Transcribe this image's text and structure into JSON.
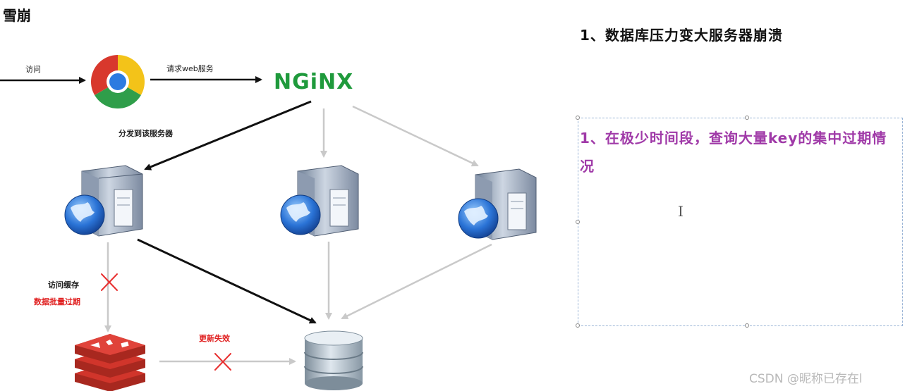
{
  "page": {
    "title": "雪崩"
  },
  "heading": "1、数据库压力变大服务器崩溃",
  "diagram": {
    "labels": {
      "visit": "访问",
      "request_web": "请求web服务",
      "nginx": "NGiNX",
      "dispatch": "分发到该服务器",
      "cache_access": "访问缓存",
      "cache_expired": "数据批量过期",
      "update_failed": "更新失效"
    },
    "colors": {
      "nginx_green": "#1f9a3c",
      "redis_red": "#d1352b",
      "cross_red": "#e83030",
      "active_arrow": "#111111",
      "inactive_arrow": "#c9c9c9"
    },
    "icons": [
      "chrome-browser-icon",
      "nginx-logo",
      "web-server-icon",
      "redis-cache-icon",
      "database-icon"
    ]
  },
  "textbox": {
    "text": "1、在极少时间段，查询大量key的集中过期情况"
  },
  "watermark": "CSDN @昵称已存在l"
}
